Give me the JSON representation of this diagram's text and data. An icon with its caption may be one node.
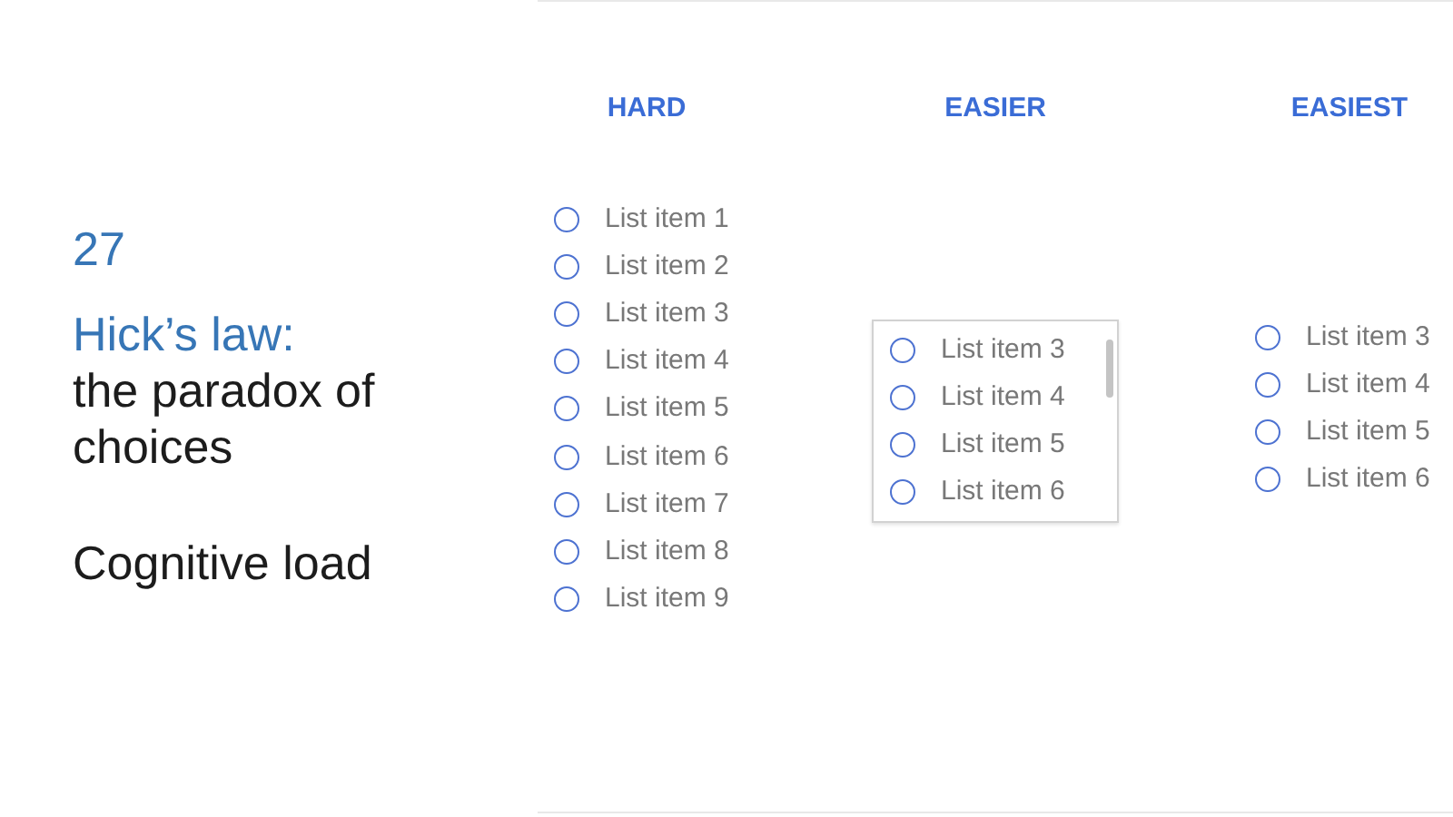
{
  "diagram": {
    "nodes": [
      {
        "text": [
          "List item 3",
          "List item 4",
          "List item 5",
          "List item 6"
        ]
      }
    ],
    "labels": [
      "27",
      "Hick’s law:",
      "the paradox of choices",
      "Cognitive load",
      "HARD",
      "EASIER",
      "EASIEST",
      "List item 1",
      "List item 2",
      "List item 3",
      "List item 4",
      "List item 5",
      "List item 6",
      "List item 7",
      "List item 8",
      "List item 9",
      "List item 3",
      "List item 4",
      "List item 5",
      "List item 6"
    ]
  }
}
